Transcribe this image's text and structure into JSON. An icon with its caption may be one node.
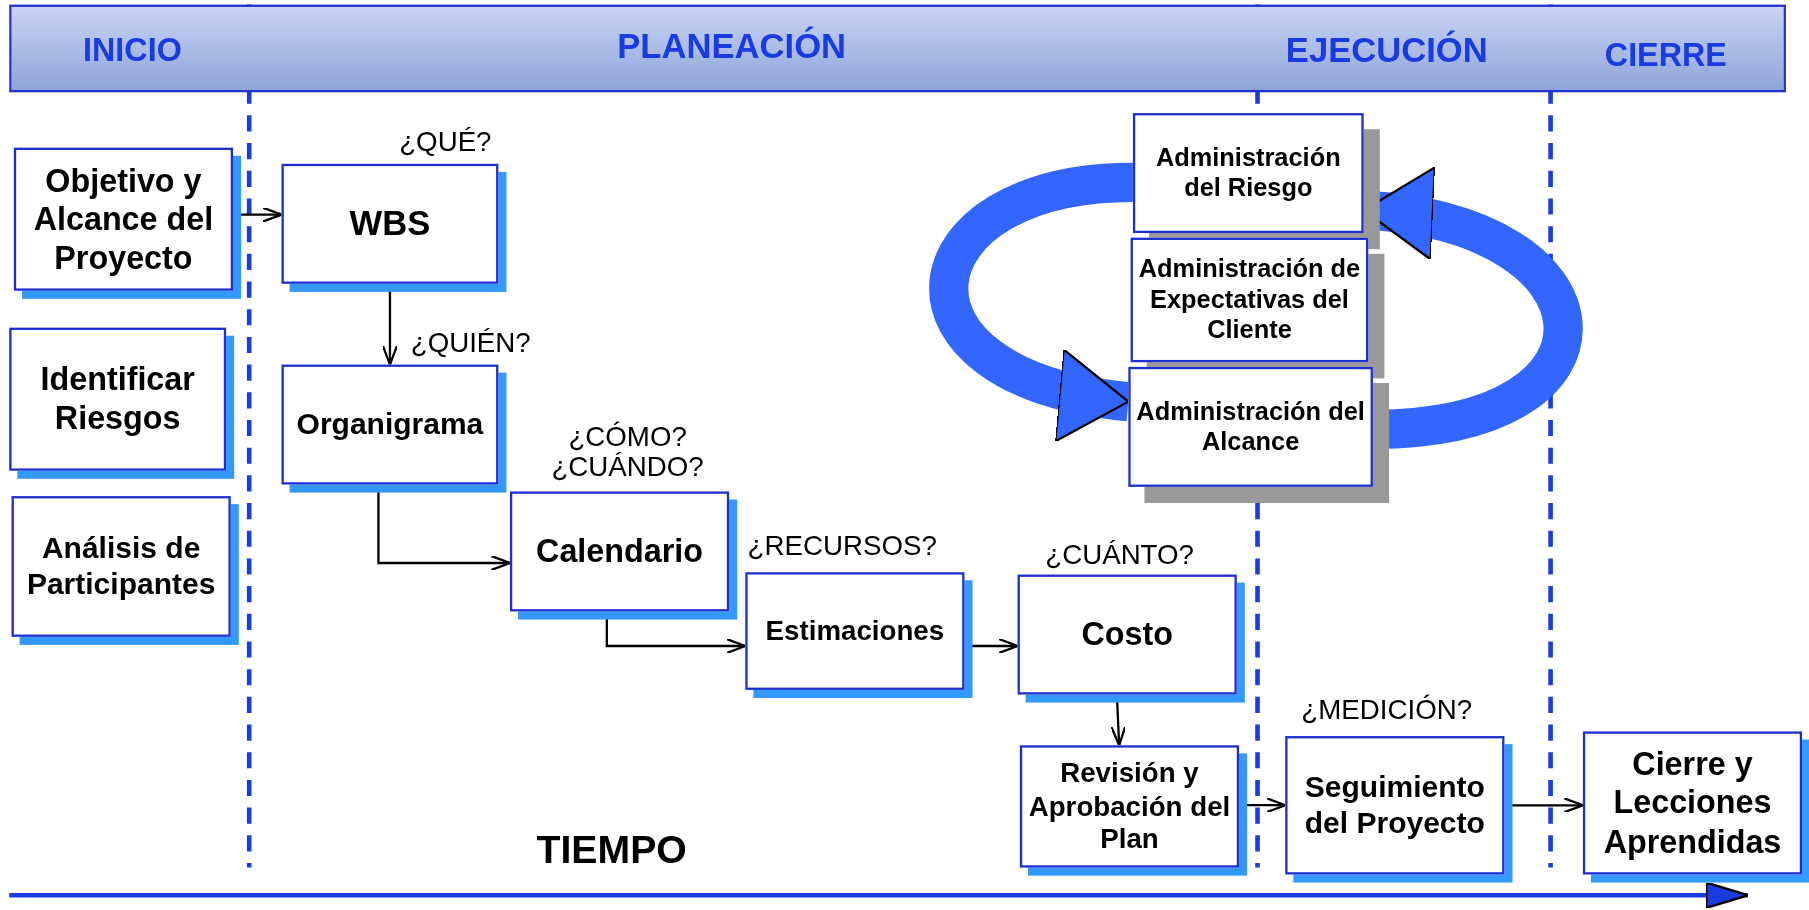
{
  "diagram": {
    "nodes": [
      {
        "text": [
          "Objetivo y Alcance del Proyecto"
        ]
      },
      {
        "text": [
          "Identificar Riesgos"
        ]
      },
      {
        "text": [
          "Análisis de Participantes"
        ]
      },
      {
        "text": [
          "WBS"
        ],
        "beside": [
          "¿QUÉ?"
        ]
      },
      {
        "text": [
          "Organigrama"
        ],
        "beside": [
          "¿QUIÉN?"
        ]
      },
      {
        "text": [
          "Calendario"
        ],
        "beside": [
          "¿CÓMO? ¿CUÁNDO?"
        ]
      },
      {
        "text": [
          "Estimaciones"
        ],
        "beside": [
          "¿RECURSOS?"
        ]
      },
      {
        "text": [
          "Costo"
        ],
        "beside": [
          "¿CUÁNTO?"
        ]
      },
      {
        "text": [
          "Administración del Riesgo"
        ]
      },
      {
        "text": [
          "Administración de Expectativas del Cliente"
        ]
      },
      {
        "text": [
          "Administración del Alcance"
        ]
      },
      {
        "text": [
          "Revisión y Aprobación del Plan"
        ]
      },
      {
        "text": [
          "Seguimiento del Proyecto"
        ],
        "beside": [
          "¿MEDICIÓN?"
        ]
      },
      {
        "text": [
          "Cierre y Lecciones Aprendidas"
        ]
      }
    ],
    "edges": [
      {
        "from": 0,
        "to": 3,
        "arrow": "to"
      },
      {
        "from": 3,
        "to": 4,
        "arrow": "to"
      },
      {
        "from": 4,
        "to": 5,
        "arrow": "to"
      },
      {
        "from": 5,
        "to": 6,
        "arrow": "to"
      },
      {
        "from": 6,
        "to": 7,
        "arrow": "to"
      },
      {
        "from": 7,
        "to": 11,
        "arrow": "to"
      },
      {
        "from": 11,
        "to": 12,
        "arrow": "to"
      },
      {
        "from": 12,
        "to": 13,
        "arrow": "to"
      },
      {
        "from": 8,
        "to": 10,
        "arrow": "to",
        "style": "thick",
        "color": "#3366ff"
      },
      {
        "from": 10,
        "to": 8,
        "arrow": "to",
        "style": "thick",
        "color": "#3366ff"
      }
    ],
    "labels": [
      "INICIO",
      "PLANEACIÓN",
      "EJECUCIÓN",
      "CIERRE",
      "TIEMPO"
    ]
  }
}
